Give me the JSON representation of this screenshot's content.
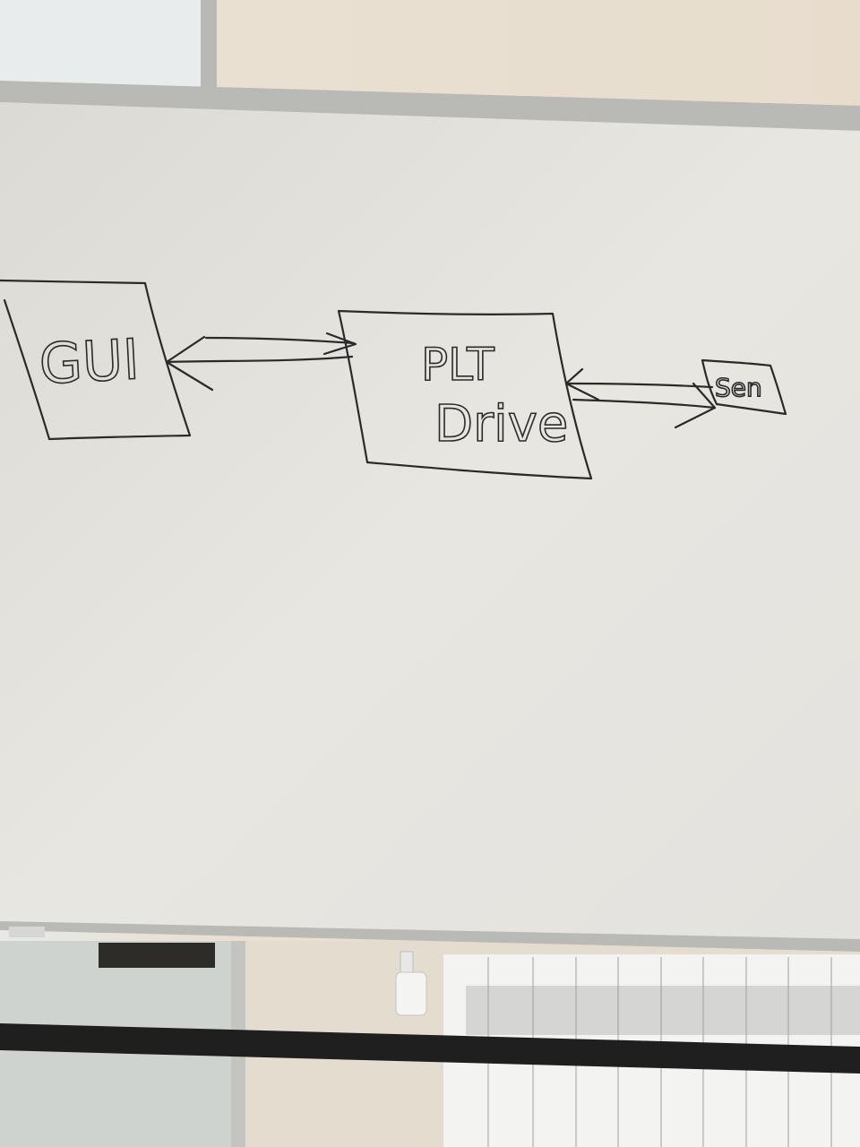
{
  "diagram": {
    "nodes": [
      {
        "id": "gui",
        "label": "GUI"
      },
      {
        "id": "plt",
        "label_line1": "PLT",
        "label_line2": "Drive"
      },
      {
        "id": "sensor",
        "label": "Sen"
      }
    ],
    "edges": [
      {
        "from": "gui",
        "to": "plt",
        "direction": "bidirectional"
      },
      {
        "from": "plt",
        "to": "sensor",
        "direction": "bidirectional"
      }
    ]
  },
  "background": {
    "wall_color": "#e8dfd2",
    "board_color": "#e7e5e0",
    "frame_color": "#b9b9b6",
    "floor_color": "#cfd3cf",
    "radiator_color": "#f3f3f1",
    "rail_color": "#1f1f1f",
    "window_color": "#e9ecec"
  },
  "marker_color": "#2a2a2a"
}
